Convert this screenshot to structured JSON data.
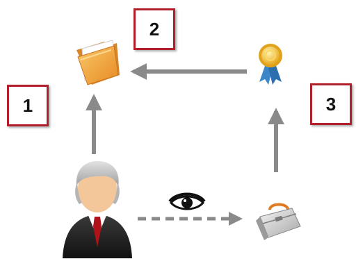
{
  "steps": [
    {
      "label": "1"
    },
    {
      "label": "2"
    },
    {
      "label": "3"
    }
  ],
  "icons": {
    "folder": "folder-icon",
    "award": "award-ribbon-icon",
    "user": "user-icon",
    "eye": "eye-icon",
    "toolbox": "toolbox-icon"
  },
  "colors": {
    "box_border": "#b21f2a",
    "arrow": "#8a8a8a",
    "folder": "#f2a33a",
    "ribbon": "#3a86c8",
    "medal": "#f3c53b",
    "tie": "#b0121a"
  }
}
